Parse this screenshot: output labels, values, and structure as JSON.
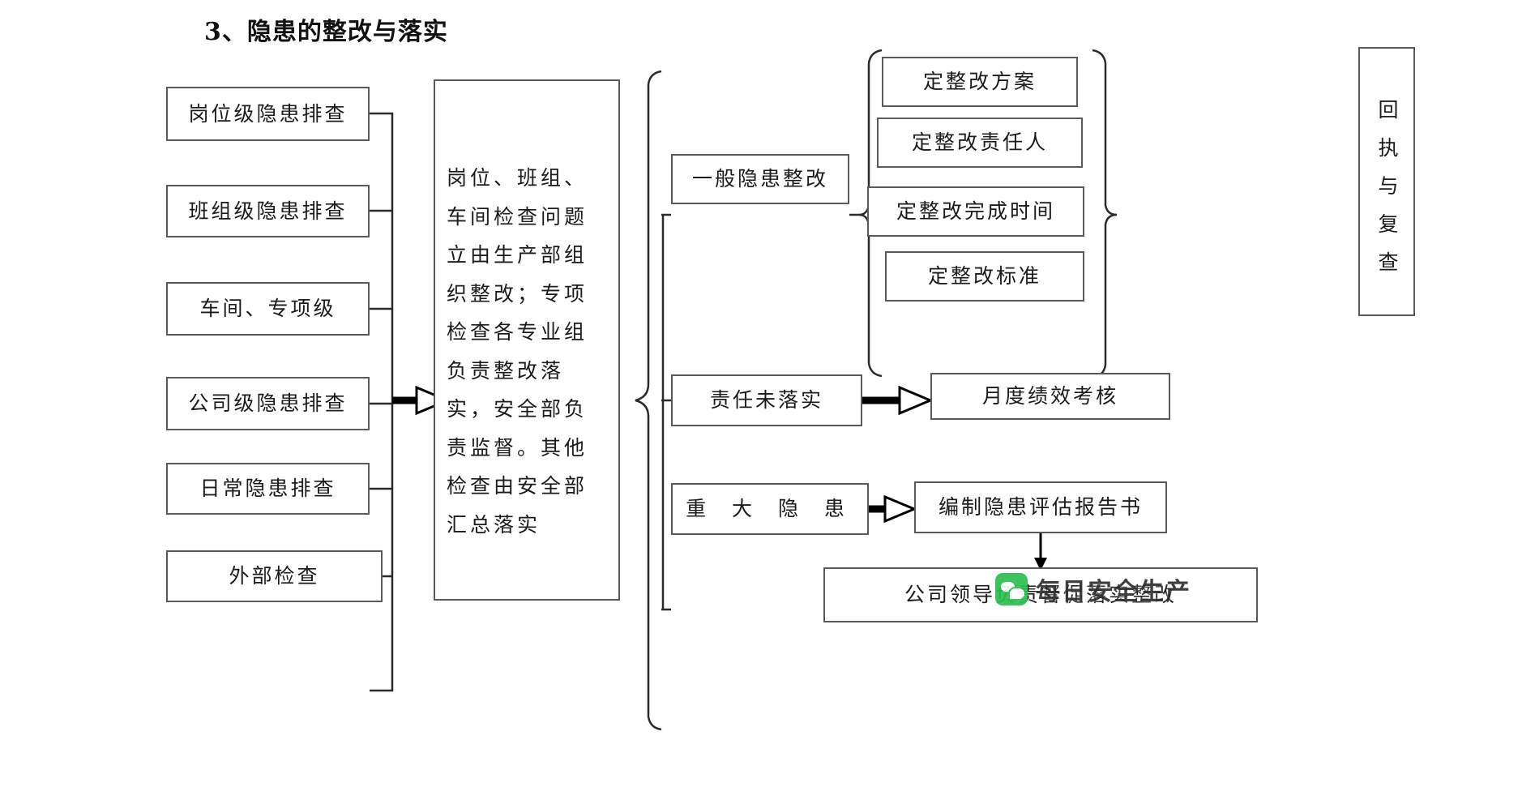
{
  "title": "3、隐患的整改与落实",
  "left_column": {
    "items": [
      {
        "label": "岗位级隐患排查"
      },
      {
        "label": "班组级隐患排查"
      },
      {
        "label": "车间、专项级"
      },
      {
        "label": "公司级隐患排查"
      },
      {
        "label": "日常隐患排查"
      },
      {
        "label": "外部检查"
      }
    ]
  },
  "center": {
    "label": "岗位、班组、车间检查问题立由生产部组织整改；专项检查各专业组负责整改落实，安全部负责监督。其他检查由安全部汇总落实"
  },
  "branches": {
    "general": {
      "label": "一般隐患整改",
      "sub_items": [
        {
          "label": "定整改方案"
        },
        {
          "label": "定整改责任人"
        },
        {
          "label": "定整改完成时间"
        },
        {
          "label": "定整改标准"
        }
      ],
      "result": {
        "label": "回执与复查"
      }
    },
    "responsibility": {
      "label": "责任未落实",
      "target": {
        "label": "月度绩效考核"
      }
    },
    "major": {
      "label": "重 大 隐 患",
      "target": {
        "label": "编制隐患评估报告书"
      },
      "final": {
        "label": "公司领导负责督促落实整改"
      }
    }
  },
  "watermark": {
    "text": "每日安全生产"
  },
  "colors": {
    "box_border": "#5a5a5a",
    "text": "#1b1b1b",
    "arrow": "#000000",
    "watermark_green": "#2bbf4e"
  }
}
